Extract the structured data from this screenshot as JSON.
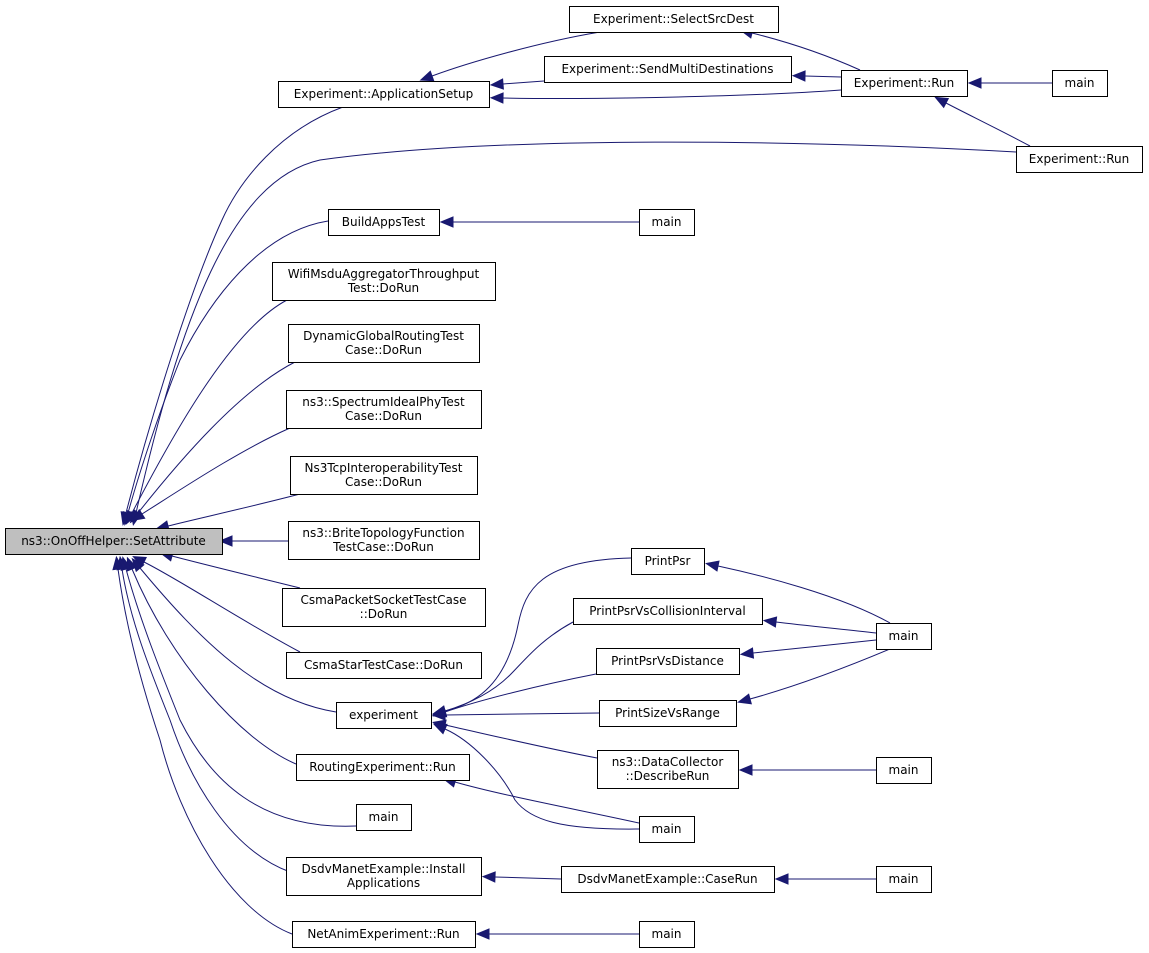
{
  "graph": {
    "nodes": [
      {
        "id": "root",
        "label": [
          "ns3::OnOffHelper::SetAttribute"
        ],
        "root": true
      },
      {
        "id": "app_setup",
        "label": [
          "Experiment::ApplicationSetup"
        ]
      },
      {
        "id": "select_src",
        "label": [
          "Experiment::SelectSrcDest"
        ]
      },
      {
        "id": "send_multi",
        "label": [
          "Experiment::SendMultiDestinations"
        ]
      },
      {
        "id": "exp_run1",
        "label": [
          "Experiment::Run"
        ]
      },
      {
        "id": "main_top",
        "label": [
          "main"
        ]
      },
      {
        "id": "exp_run2",
        "label": [
          "Experiment::Run"
        ]
      },
      {
        "id": "build_apps",
        "label": [
          "BuildAppsTest"
        ]
      },
      {
        "id": "main_build",
        "label": [
          "main"
        ]
      },
      {
        "id": "wifi_msdu",
        "label": [
          "WifiMsduAggregatorThroughput",
          "Test::DoRun"
        ]
      },
      {
        "id": "dyn_global",
        "label": [
          "DynamicGlobalRoutingTest",
          "Case::DoRun"
        ]
      },
      {
        "id": "spectrum",
        "label": [
          "ns3::SpectrumIdealPhyTest",
          "Case::DoRun"
        ]
      },
      {
        "id": "ns3tcp",
        "label": [
          "Ns3TcpInteroperabilityTest",
          "Case::DoRun"
        ]
      },
      {
        "id": "brite",
        "label": [
          "ns3::BriteTopologyFunction",
          "TestCase::DoRun"
        ]
      },
      {
        "id": "csma_packet",
        "label": [
          "CsmaPacketSocketTestCase",
          "::DoRun"
        ]
      },
      {
        "id": "csma_star",
        "label": [
          "CsmaStarTestCase::DoRun"
        ]
      },
      {
        "id": "experiment",
        "label": [
          "experiment"
        ]
      },
      {
        "id": "print_psr",
        "label": [
          "PrintPsr"
        ]
      },
      {
        "id": "print_psr_coll",
        "label": [
          "PrintPsrVsCollisionInterval"
        ]
      },
      {
        "id": "print_psr_dist",
        "label": [
          "PrintPsrVsDistance"
        ]
      },
      {
        "id": "print_size",
        "label": [
          "PrintSizeVsRange"
        ]
      },
      {
        "id": "main_psr",
        "label": [
          "main"
        ]
      },
      {
        "id": "data_collector",
        "label": [
          "ns3::DataCollector",
          "::DescribeRun"
        ]
      },
      {
        "id": "main_dc",
        "label": [
          "main"
        ]
      },
      {
        "id": "routing_exp",
        "label": [
          "RoutingExperiment::Run"
        ]
      },
      {
        "id": "main_routing",
        "label": [
          "main"
        ]
      },
      {
        "id": "main_alone",
        "label": [
          "main"
        ]
      },
      {
        "id": "dsdv_install",
        "label": [
          "DsdvManetExample::Install",
          "Applications"
        ]
      },
      {
        "id": "dsdv_caserun",
        "label": [
          "DsdvManetExample::CaseRun"
        ]
      },
      {
        "id": "main_dsdv",
        "label": [
          "main"
        ]
      },
      {
        "id": "netanim",
        "label": [
          "NetAnimExperiment::Run"
        ]
      },
      {
        "id": "main_netanim",
        "label": [
          "main"
        ]
      }
    ],
    "edges": [
      {
        "from": "app_setup",
        "to": "root"
      },
      {
        "from": "exp_run2",
        "to": "root"
      },
      {
        "from": "build_apps",
        "to": "root"
      },
      {
        "from": "wifi_msdu",
        "to": "root"
      },
      {
        "from": "dyn_global",
        "to": "root"
      },
      {
        "from": "spectrum",
        "to": "root"
      },
      {
        "from": "ns3tcp",
        "to": "root"
      },
      {
        "from": "brite",
        "to": "root"
      },
      {
        "from": "csma_packet",
        "to": "root"
      },
      {
        "from": "csma_star",
        "to": "root"
      },
      {
        "from": "experiment",
        "to": "root"
      },
      {
        "from": "routing_exp",
        "to": "root"
      },
      {
        "from": "main_alone",
        "to": "root"
      },
      {
        "from": "dsdv_install",
        "to": "root"
      },
      {
        "from": "netanim",
        "to": "root"
      },
      {
        "from": "select_src",
        "to": "app_setup"
      },
      {
        "from": "send_multi",
        "to": "app_setup"
      },
      {
        "from": "exp_run1",
        "to": "app_setup"
      },
      {
        "from": "exp_run1",
        "to": "select_src"
      },
      {
        "from": "exp_run1",
        "to": "send_multi"
      },
      {
        "from": "main_top",
        "to": "exp_run1"
      },
      {
        "from": "exp_run2",
        "to": "exp_run1"
      },
      {
        "from": "main_build",
        "to": "build_apps"
      },
      {
        "from": "print_psr",
        "to": "experiment"
      },
      {
        "from": "print_psr_coll",
        "to": "experiment"
      },
      {
        "from": "print_psr_dist",
        "to": "experiment"
      },
      {
        "from": "print_size",
        "to": "experiment"
      },
      {
        "from": "data_collector",
        "to": "experiment"
      },
      {
        "from": "main_routing",
        "to": "experiment"
      },
      {
        "from": "main_psr",
        "to": "print_psr"
      },
      {
        "from": "main_psr",
        "to": "print_psr_coll"
      },
      {
        "from": "main_psr",
        "to": "print_psr_dist"
      },
      {
        "from": "main_psr",
        "to": "print_size"
      },
      {
        "from": "main_dc",
        "to": "data_collector"
      },
      {
        "from": "main_routing",
        "to": "routing_exp"
      },
      {
        "from": "dsdv_caserun",
        "to": "dsdv_install"
      },
      {
        "from": "main_dsdv",
        "to": "dsdv_caserun"
      },
      {
        "from": "main_netanim",
        "to": "netanim"
      }
    ]
  }
}
